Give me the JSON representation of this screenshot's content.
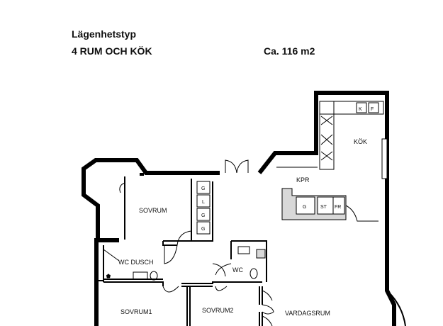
{
  "header": {
    "type_label": "Lägenhetstyp",
    "type_value": "4 RUM OCH KÖK",
    "area": "Ca. 116 m2"
  },
  "rooms": {
    "kok": "KÖK",
    "kpr": "KPR",
    "sovrum": "SOVRUM",
    "wc_dusch": "WC DUSCH",
    "wc": "WC",
    "sovrum1": "SOVRUM1",
    "sovrum2": "SOVRUM2",
    "vardagsrum": "VARDAGSRUM"
  },
  "fixtures": {
    "k": "K",
    "f": "F",
    "g": "G",
    "l": "L",
    "st": "ST",
    "fr": "FR"
  }
}
